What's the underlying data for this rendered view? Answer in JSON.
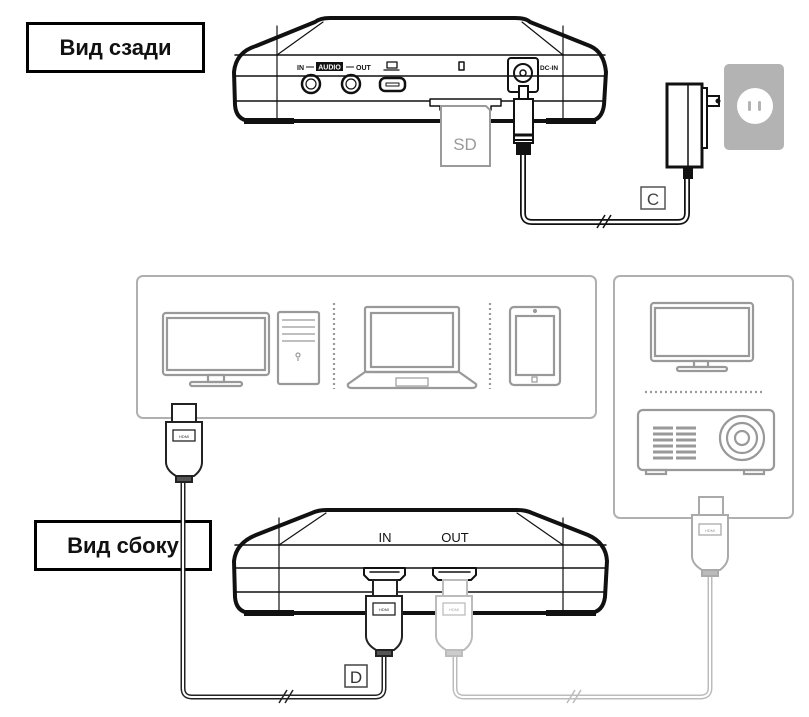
{
  "labels": {
    "rear_view": "Вид сзади",
    "side_view": "Вид сбоку"
  },
  "rear_device": {
    "audio_in": "IN",
    "audio_label": "AUDIO",
    "audio_out": "OUT",
    "dc_in": "DC-IN",
    "sd_card": "SD",
    "usb_icon": "computer-icon",
    "lock_icon": "slot-icon"
  },
  "side_device": {
    "hdmi_in": "IN",
    "hdmi_out": "OUT"
  },
  "cables": {
    "power_cable_tag": "C",
    "hdmi_cable_tag": "D",
    "hdmi_plug_text": "HDMI"
  },
  "sources": [
    "monitor",
    "desktop-tower",
    "laptop",
    "tablet"
  ],
  "displays": [
    "tv",
    "projector"
  ],
  "colors": {
    "device_outline": "#111111",
    "panel_outline": "#b0b0b0",
    "wall_outlet": "#b3b3b3",
    "output_cable": "#bcbcbc"
  }
}
